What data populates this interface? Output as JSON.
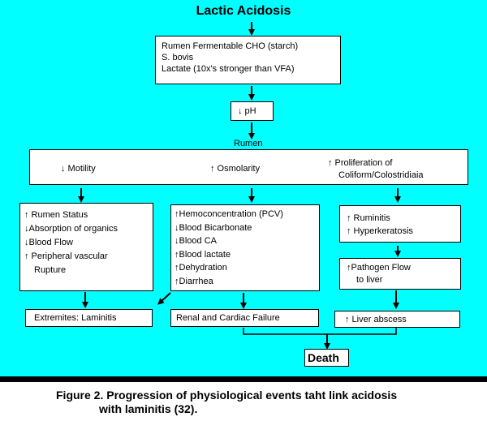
{
  "title": "Lactic Acidosis",
  "box_cho": {
    "lines": [
      "Rumen Fermentable CHO (starch)",
      "S. bovis",
      "Lactate (10x's stronger than VFA)"
    ]
  },
  "box_ph": {
    "label": "↓ pH"
  },
  "rumen_label": "Rumen",
  "rumen_box": {
    "motility": "↓ Motility",
    "osmolarity": "↑ Osmolarity",
    "prolif_line1": "↑   Proliferation of",
    "prolif_line2": "Coliform/Colostridiaia"
  },
  "left_box": {
    "lines": [
      "↑ Rumen Status",
      "↓Absorption of organics",
      "↓Blood Flow",
      "↑ Peripheral vascular",
      "Rupture"
    ]
  },
  "mid_box": {
    "lines": [
      "↑Hemoconcentration (PCV)",
      "↓Blood Bicarbonate",
      "↓Blood CA",
      "↑Blood lactate",
      "↑Dehydration",
      "↑Diarrhea"
    ]
  },
  "right_box1": {
    "lines": [
      "↑ Ruminitis",
      "↑ Hyperkeratosis"
    ]
  },
  "right_box2": {
    "lines": [
      "↑Pathogen Flow",
      "to liver"
    ]
  },
  "out_left": "Extremites: Laminitis",
  "out_mid": "Renal and Cardiac Failure",
  "out_right": "↑ Liver abscess",
  "death": "Death",
  "caption": {
    "line1": "Figure 2.  Progression of physiological events taht link acidosis",
    "line2": "with laminitis (32)."
  },
  "colors": {
    "background": "#00ffff",
    "box": "#ffffff",
    "ink": "#000000"
  }
}
